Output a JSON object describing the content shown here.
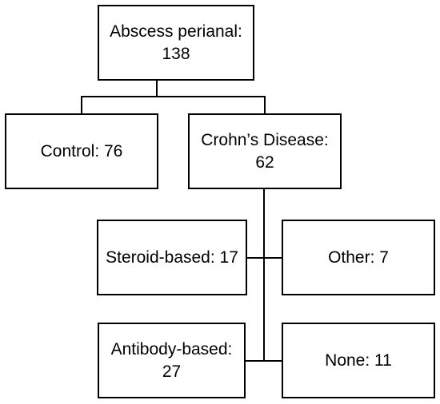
{
  "diagram": {
    "nodes": {
      "root": {
        "label": "Abscess perianal:\n138"
      },
      "control": {
        "label": "Control: 76"
      },
      "crohns": {
        "label": "Crohn’s Disease:\n62"
      },
      "steroid": {
        "label": "Steroid-based: 17"
      },
      "other": {
        "label": "Other: 7"
      },
      "antibody": {
        "label": "Antibody-based:\n27"
      },
      "none": {
        "label": "None: 11"
      }
    },
    "edges": [
      {
        "from": "root",
        "to": "control"
      },
      {
        "from": "root",
        "to": "crohns"
      },
      {
        "from": "crohns",
        "to": "steroid"
      },
      {
        "from": "crohns",
        "to": "other"
      },
      {
        "from": "crohns",
        "to": "antibody"
      },
      {
        "from": "crohns",
        "to": "none"
      }
    ],
    "colors": {
      "stroke": "#000000",
      "fill": "#ffffff",
      "text": "#000000"
    }
  }
}
